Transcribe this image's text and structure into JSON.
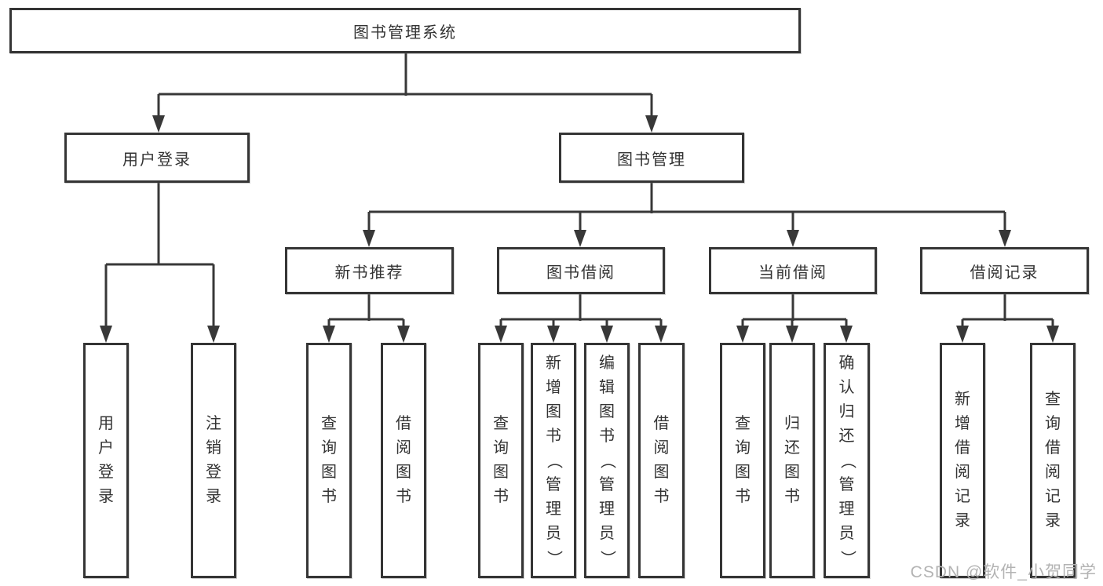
{
  "diagram": {
    "root": "图书管理系统",
    "level2": [
      "用户登录",
      "图书管理"
    ],
    "level3": [
      "新书推荐",
      "图书借阅",
      "当前借阅",
      "借阅记录"
    ],
    "leaves": {
      "user_login": [
        "用户登录",
        "注销登录"
      ],
      "new_book_recommend": [
        "查询图书",
        "借阅图书"
      ],
      "book_borrow": [
        "查询图书",
        "新增图书（管理员）",
        "编辑图书（管理员）",
        "借阅图书"
      ],
      "current_borrow": [
        "查询图书",
        "归还图书",
        "确认归还（管理员）"
      ],
      "borrow_records": [
        "新增借阅记录",
        "查询借阅记录"
      ]
    }
  },
  "watermark": "CSDN @软件_小贺同学",
  "colors": {
    "line": "#383838",
    "box_border": "#353535",
    "text": "#333333",
    "background": "#ffffff",
    "watermark": "#b3b3b3"
  }
}
